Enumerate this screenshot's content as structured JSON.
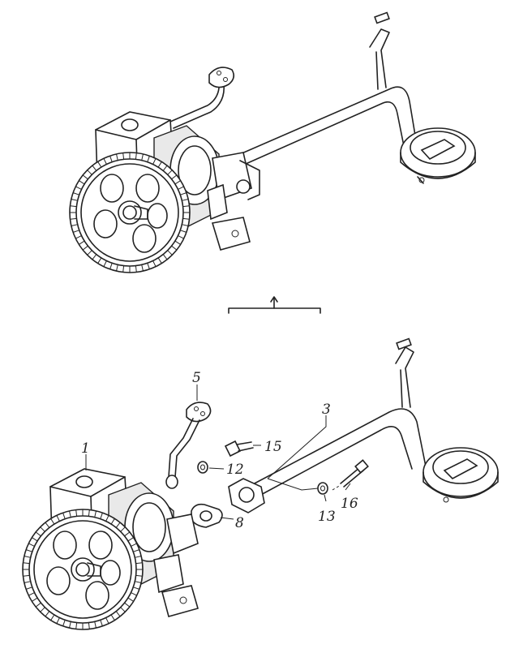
{
  "labels": {
    "part_1": "1",
    "part_3": "3",
    "part_5": "5",
    "part_8": "8",
    "part_12": "12",
    "part_13": "13",
    "part_15": "15",
    "part_16": "16"
  }
}
